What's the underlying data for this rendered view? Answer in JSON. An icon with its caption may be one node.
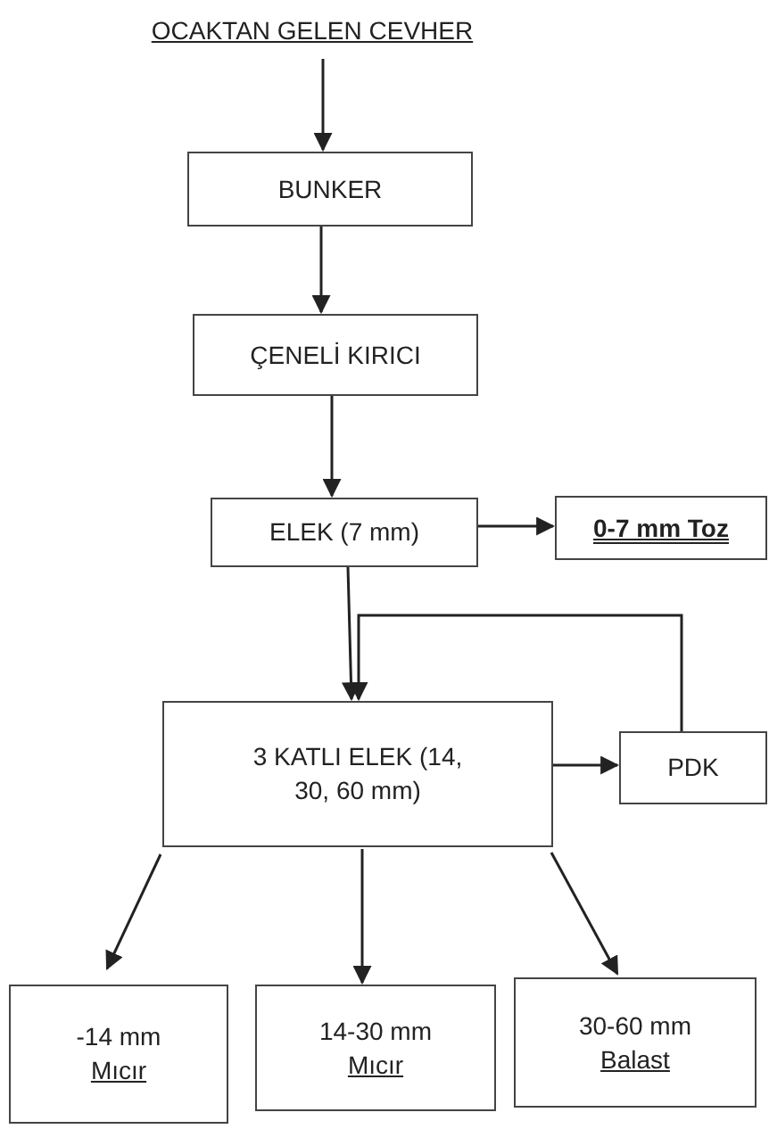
{
  "diagram": {
    "nodes": [
      {
        "text": [
          "OCAKTAN GELEN CEVHER"
        ]
      },
      {
        "text": [
          "BUNKER"
        ]
      },
      {
        "text": [
          "ÇENELİ KIRICI"
        ]
      },
      {
        "text": [
          "ELEK (7 mm)"
        ]
      },
      {
        "text": [
          "0-7 mm Toz"
        ]
      },
      {
        "text": [
          "3 KATLI ELEK (14, 30, 60 mm)"
        ]
      },
      {
        "text": [
          "PDK"
        ]
      },
      {
        "text": [
          "-14 mm",
          "Mıcır"
        ]
      },
      {
        "text": [
          "14-30 mm",
          "Mıcır"
        ]
      },
      {
        "text": [
          "30-60 mm",
          "Balast"
        ]
      }
    ],
    "edges": [
      {
        "from": 0,
        "to": 1,
        "arrow": "to"
      },
      {
        "from": 1,
        "to": 2,
        "arrow": "to"
      },
      {
        "from": 2,
        "to": 3,
        "arrow": "to"
      },
      {
        "from": 3,
        "to": 4,
        "arrow": "to"
      },
      {
        "from": 3,
        "to": 5,
        "arrow": "to"
      },
      {
        "from": 5,
        "to": 6,
        "arrow": "to"
      },
      {
        "from": 6,
        "to": 5,
        "arrow": "to"
      },
      {
        "from": 5,
        "to": 7,
        "arrow": "to"
      },
      {
        "from": 5,
        "to": 8,
        "arrow": "to"
      },
      {
        "from": 5,
        "to": 9,
        "arrow": "to"
      }
    ]
  }
}
